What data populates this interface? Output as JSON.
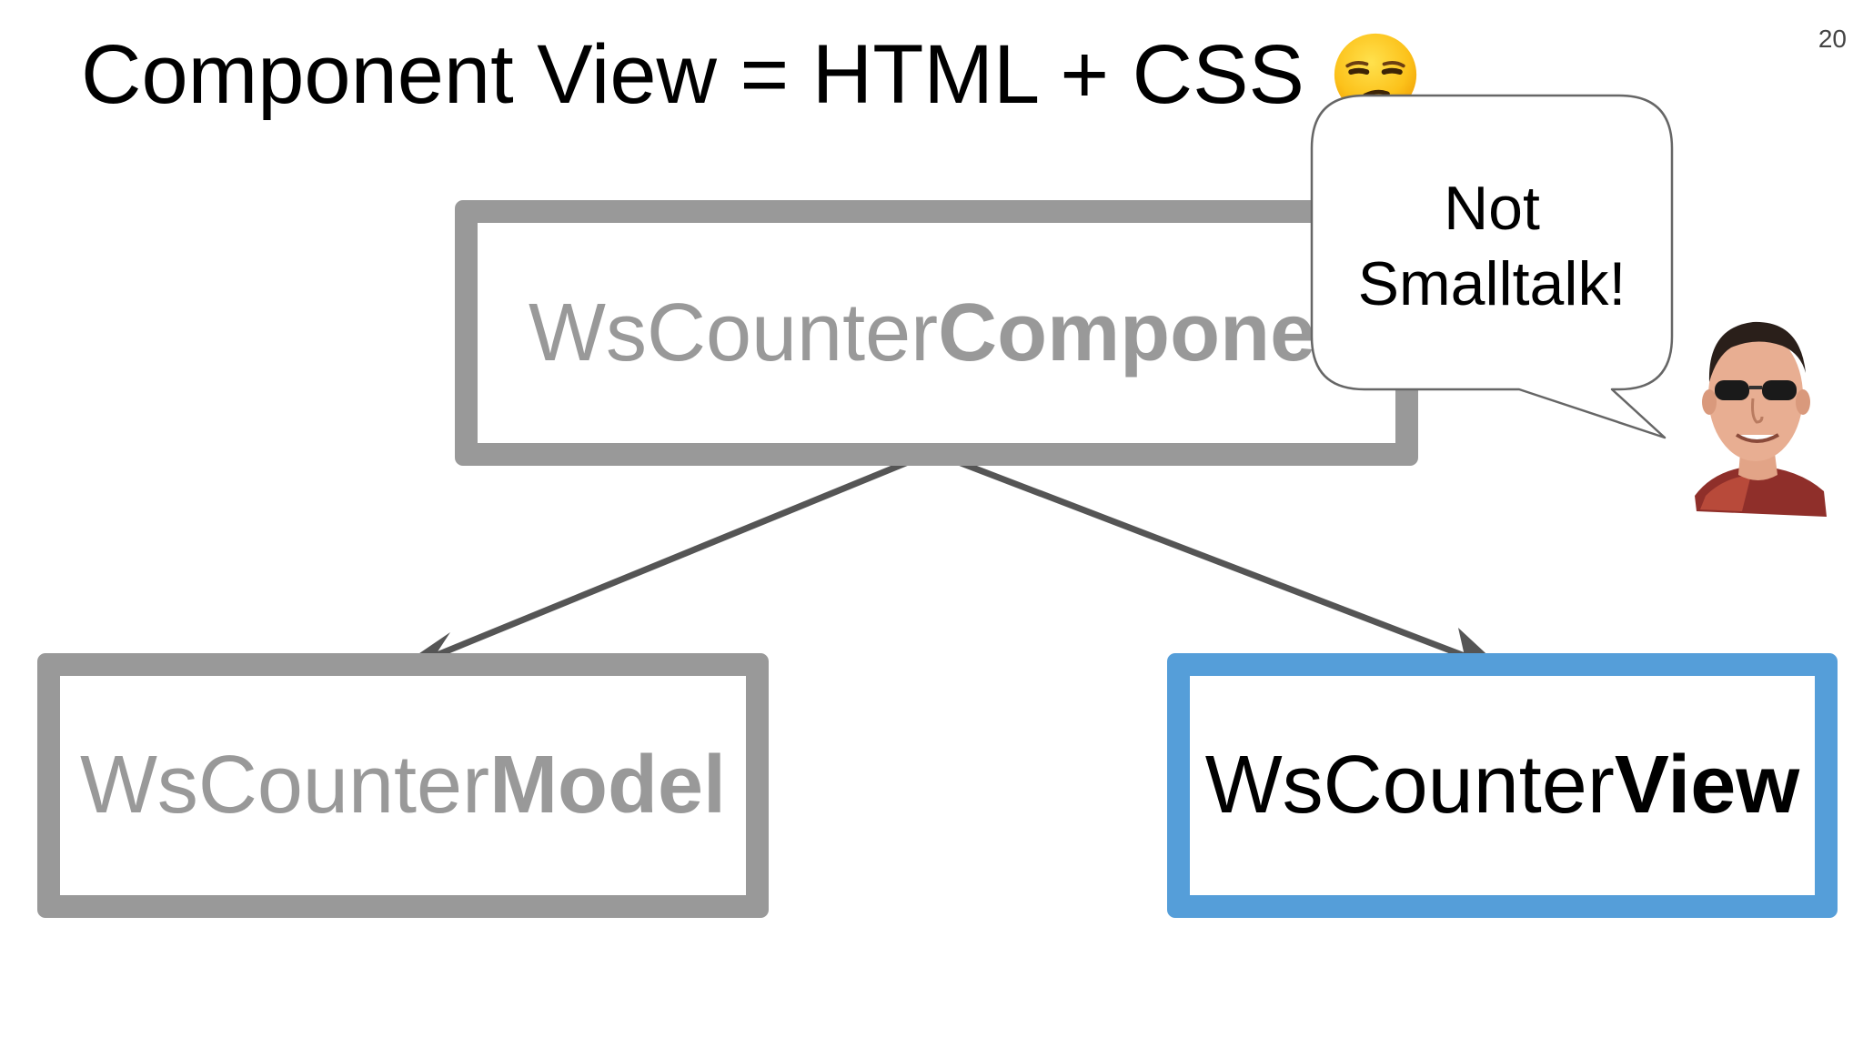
{
  "slide": {
    "title": "Component View = HTML + CSS",
    "page_number": "20",
    "title_emoji_icon": "unamused-face-icon"
  },
  "diagram": {
    "component_box": {
      "prefix": "WsCounter",
      "bold": "Component"
    },
    "model_box": {
      "prefix": "WsCounter",
      "bold": "Model"
    },
    "view_box": {
      "prefix": "WsCounter",
      "bold": "View"
    },
    "edges": [
      {
        "from": "WsCounterComponent",
        "to": "WsCounterModel"
      },
      {
        "from": "WsCounterComponent",
        "to": "WsCounterView"
      }
    ],
    "colors": {
      "inactive": "#999999",
      "highlight": "#559ed9",
      "arrow": "#555555"
    }
  },
  "speech_bubble": {
    "line1": "Not",
    "line2": "Smalltalk!"
  },
  "avatar": {
    "icon": "speaker-photo-icon"
  }
}
